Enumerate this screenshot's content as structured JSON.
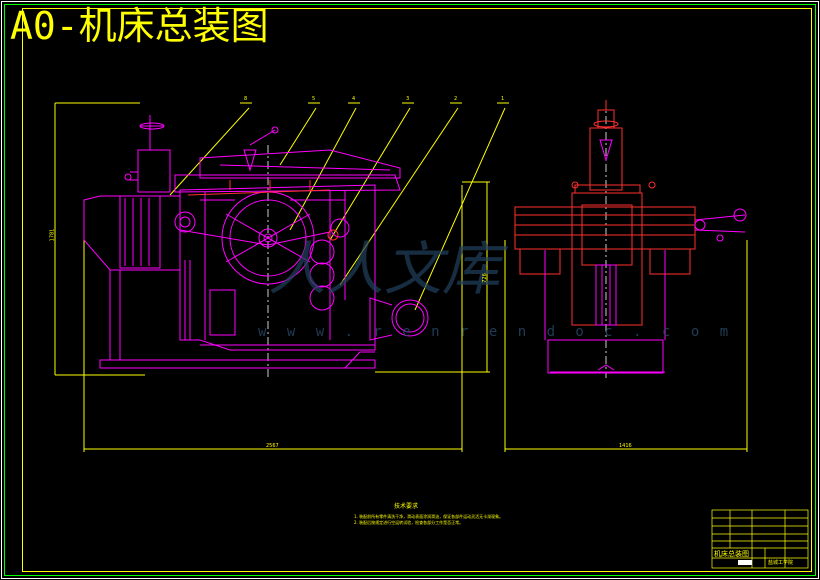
{
  "title": "A0-机床总装图",
  "watermark": {
    "logo": "人人文库",
    "url": "w w w . r e n r e n d o c . c o m"
  },
  "tech_requirements": {
    "heading": "技术要求",
    "lines": [
      "1. 装配前所有零件清洗干净，滑动表面涂润滑油，保证各部件运动灵活无卡滞现象。",
      "2. 装配后按规定进行空运转试验，检查各部分工作是否正常。"
    ]
  },
  "dimensions": {
    "overall_length": "2567",
    "overall_width": "1416",
    "overall_height": "1781",
    "body_height": "726"
  },
  "callouts": [
    "8",
    "5",
    "4",
    "3",
    "2",
    "1"
  ],
  "title_block": {
    "drawing_name": "机床总装图",
    "school": "盐城工学院"
  },
  "colors": {
    "background": "#000000",
    "frame": "#ffff00",
    "outer_frame": "#00ff00",
    "machine": "#ff00ff",
    "machine_alt": "#ff3030",
    "annotation": "#ffff00",
    "center_line": "#ffffff",
    "watermark": "#22405e"
  }
}
